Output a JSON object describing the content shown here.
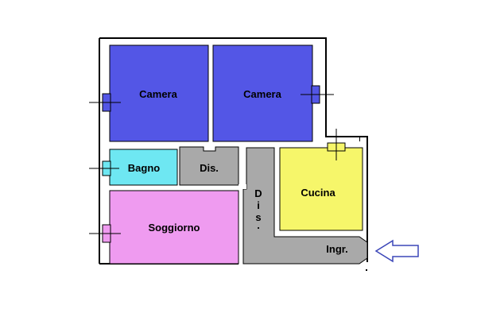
{
  "floor_plan": {
    "rooms": [
      {
        "id": "camera_1",
        "label": "Camera",
        "color": "#5356e6"
      },
      {
        "id": "camera_2",
        "label": "Camera",
        "color": "#5356e6"
      },
      {
        "id": "bagno",
        "label": "Bagno",
        "color": "#6ee7f2"
      },
      {
        "id": "dis_1",
        "label": "Dis.",
        "color": "#a9a9a9"
      },
      {
        "id": "soggiorno",
        "label": "Soggiorno",
        "color": "#ef9bf0"
      },
      {
        "id": "cucina",
        "label": "Cucina",
        "color": "#f6f66a"
      },
      {
        "id": "dis_2",
        "label": "Dis.",
        "color": "#a9a9a9"
      },
      {
        "id": "ingresso",
        "label": "Ingr.",
        "color": "#a9a9a9"
      }
    ],
    "dis_vertical_letters": [
      "D",
      "i",
      "s",
      "."
    ],
    "wall_color": "#000000",
    "entrance_arrow_color": "#3b46b8"
  }
}
